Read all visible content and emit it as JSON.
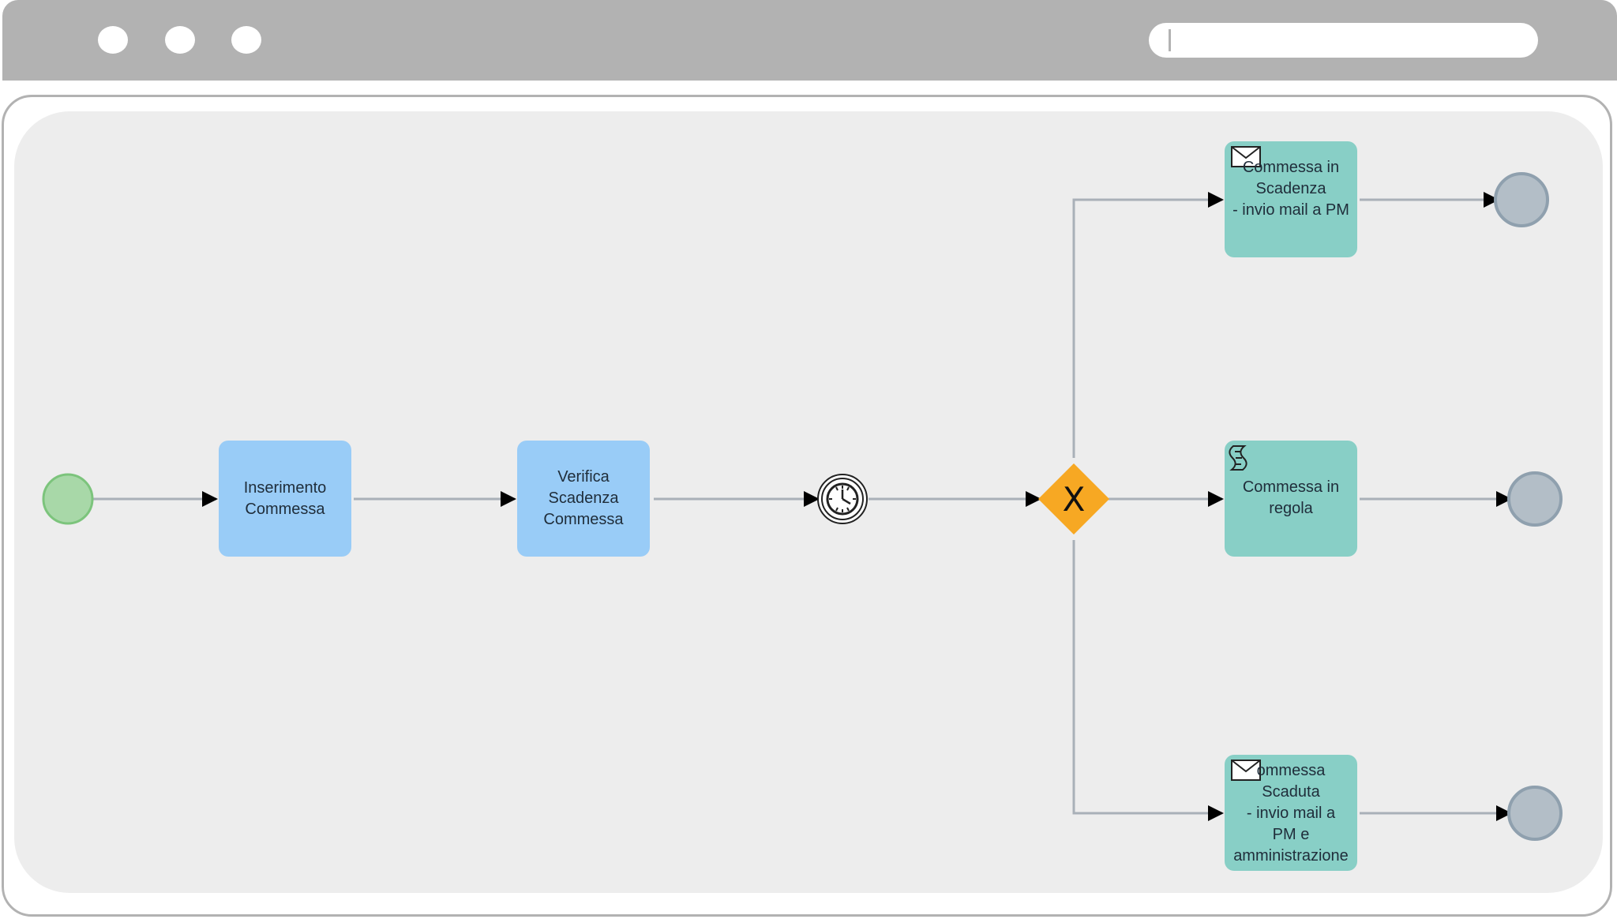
{
  "browser": {
    "window_controls": [
      "window-dot",
      "window-dot",
      "window-dot"
    ],
    "address_bar_value": ""
  },
  "diagram": {
    "tasks": {
      "inserimento": "Inserimento\nCommessa",
      "verifica": "Verifica\nScadenza\nCommessa",
      "in_scadenza": "Commessa in\nScadenza\n- invio mail a PM",
      "in_regola": "Commessa in\nregola",
      "scaduta": "ommessa\nScaduta\n- invio mail a\nPM e\namministrazione"
    },
    "gateway_marker": "X",
    "icons": {
      "start": "start-event",
      "timer": "timer-event-icon",
      "mail": "envelope-icon",
      "script": "script-icon",
      "end": "end-event"
    },
    "colors": {
      "start_fill": "#a8d8a8",
      "start_stroke": "#7cc47c",
      "user_task": "#99ccf7",
      "service_task": "#88cfc6",
      "gateway": "#f7a823",
      "end_fill": "#b3bec7",
      "end_stroke": "#8fa0ae",
      "flow": "#a9b0b8",
      "arrow": "#000000"
    }
  }
}
